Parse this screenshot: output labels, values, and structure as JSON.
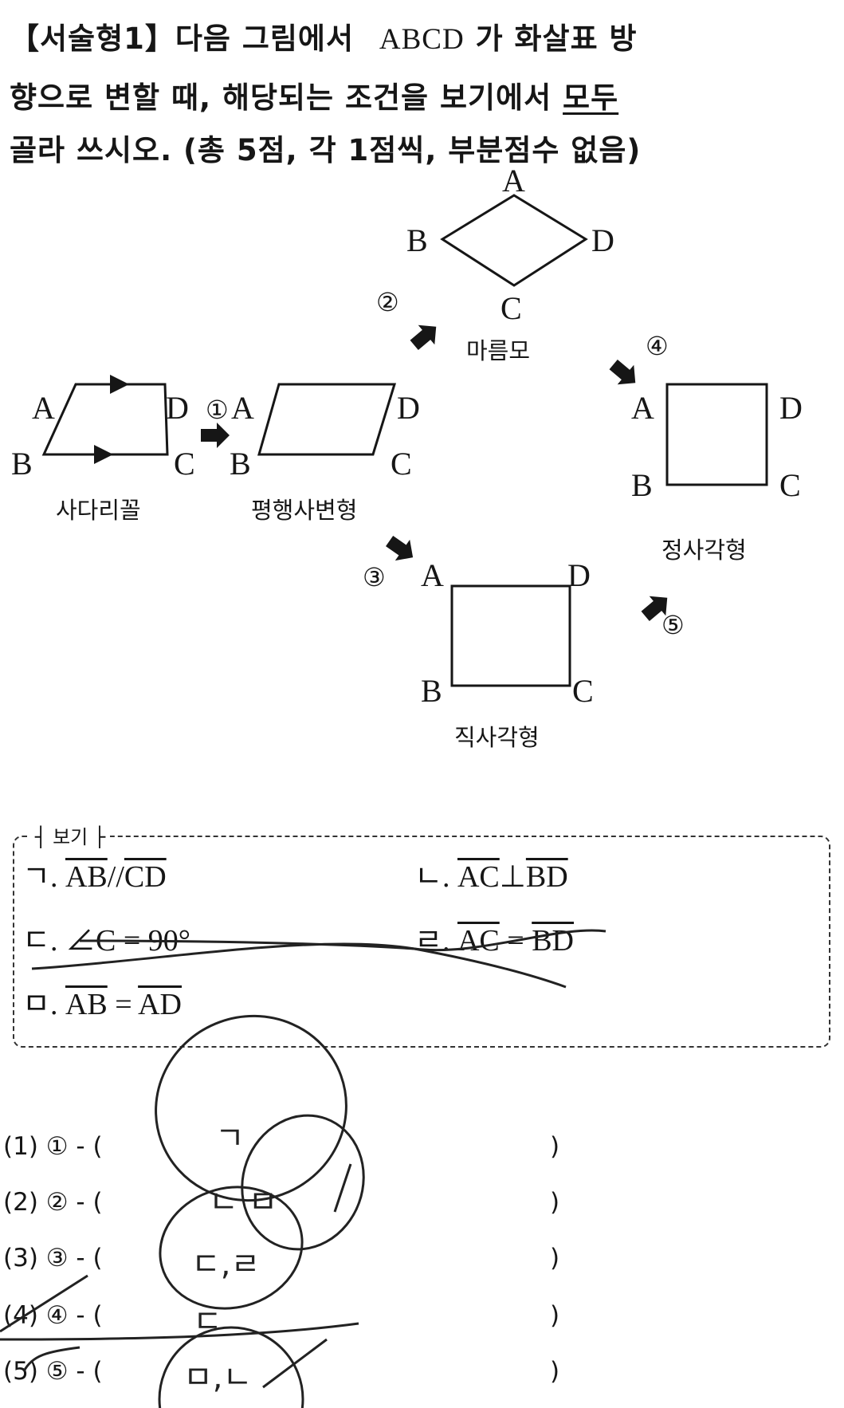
{
  "question": {
    "line1_prefix": "【서술형1】다음 그림에서",
    "line1_abcd": "ABCD",
    "line1_suffix": "가 화살표 방",
    "line2_prefix": "향으로 변할 때, 해당되는 조건을 보기에서",
    "line2_underlined": "모두",
    "line3": "골라 쓰시오. (총 5점, 각 1점씩, 부분점수 없음)"
  },
  "diagram": {
    "vertex_A": "A",
    "vertex_B": "B",
    "vertex_C": "C",
    "vertex_D": "D",
    "trapezoid": "사다리꼴",
    "parallelogram": "평행사변형",
    "rhombus": "마름모",
    "rectangle": "직사각형",
    "square": "정사각형",
    "step1": "①",
    "step2": "②",
    "step3": "③",
    "step4": "④",
    "step5": "⑤"
  },
  "choices": {
    "title": "보기",
    "items": [
      {
        "mark": "ㄱ.",
        "left": "AB",
        "op": "//",
        "right": "CD"
      },
      {
        "mark": "ㄴ.",
        "left": "AC",
        "op": "⊥",
        "right": "BD"
      },
      {
        "mark": "ㄷ.",
        "text": "∠C = 90°"
      },
      {
        "mark": "ㄹ.",
        "left": "AC",
        "op": "=",
        "right": "BD"
      },
      {
        "mark": "ㅁ.",
        "left": "AB",
        "op": "=",
        "right": "AD"
      }
    ]
  },
  "answers": [
    {
      "label": "(1) ① - (",
      "close": ")",
      "handwritten": "ㄱ"
    },
    {
      "label": "(2) ② - (",
      "close": ")",
      "handwritten": "ㄴ  ㅁ"
    },
    {
      "label": "(3) ③ - (",
      "close": ")",
      "handwritten": "ㄷ,ㄹ"
    },
    {
      "label": "(4) ④ - (",
      "close": ")",
      "handwritten": "ㄷ"
    },
    {
      "label": "(5) ⑤ - (",
      "close": ")",
      "handwritten": "ㅁ,ㄴ"
    }
  ]
}
